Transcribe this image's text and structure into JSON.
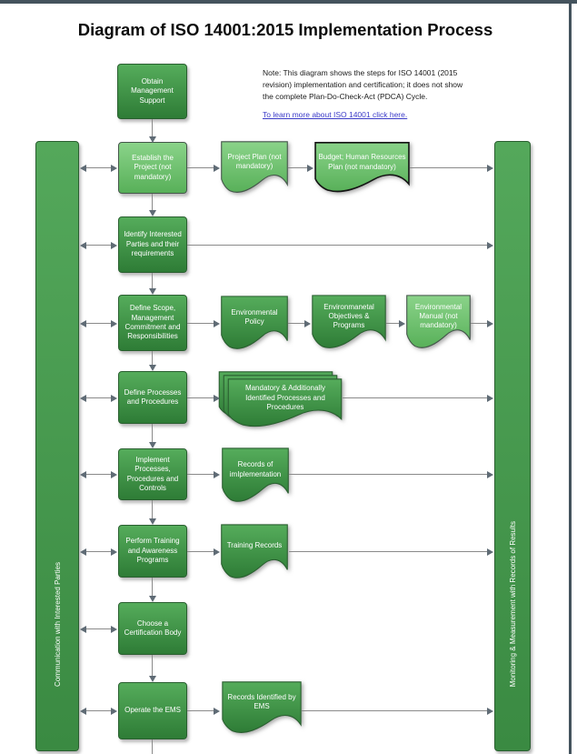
{
  "title": "Diagram of ISO 14001:2015 Implementation Process",
  "note": {
    "text": "Note: This diagram shows the steps for ISO 14001 (2015 revision) implementation and certification; it does not show the complete Plan-Do-Check-Act (PDCA) Cycle.",
    "link_text": "To learn more about ISO 14001 click here."
  },
  "sidebars": {
    "left": "Communication with Interested Parties",
    "right": "Monitoring & Measurement with Records of Results"
  },
  "boxes": {
    "obtain": "Obtain Management Support",
    "establish": "Establish the Project (not mandatory)",
    "identify": "Identify Interested Parties and their requirements",
    "define_scope": "Define Scope, Management Commitment and Responsibilities",
    "define_processes": "Define Processes and Procedures",
    "implement": "Implement Processes, Procedures and Controls",
    "training": "Perform Training and Awareness Programs",
    "choose": "Choose a Certification Body",
    "operate": "Operate the EMS"
  },
  "documents": {
    "project_plan": "Project Plan (not mandatory)",
    "budget": "Budget; Human Resources Plan (not mandatory)",
    "env_policy": "Environmental Policy",
    "env_objectives": "Environmanetal Objectives & Programs",
    "env_manual": "Environmental Manual (not mandatory)",
    "mandatory_processes": "Mandatory & Additionally Identified Processes and Procedures",
    "records_implementation": "Records of imIplementation",
    "training_records": "Training Records",
    "records_ems": "Records Identified by EMS"
  },
  "colors": {
    "dark_green_top": "#55ac5b",
    "dark_green_bottom": "#2e7c36",
    "light_green_top": "#8ad389",
    "light_green_bottom": "#58b059",
    "box_border_dark": "#2a5f30",
    "box_border_gray": "#44564a",
    "budget_border": "#141414",
    "frame_border": "#44535d",
    "link": "#3b3bc8",
    "line": "#8a8a8a",
    "arrowhead": "#5f6b75"
  }
}
